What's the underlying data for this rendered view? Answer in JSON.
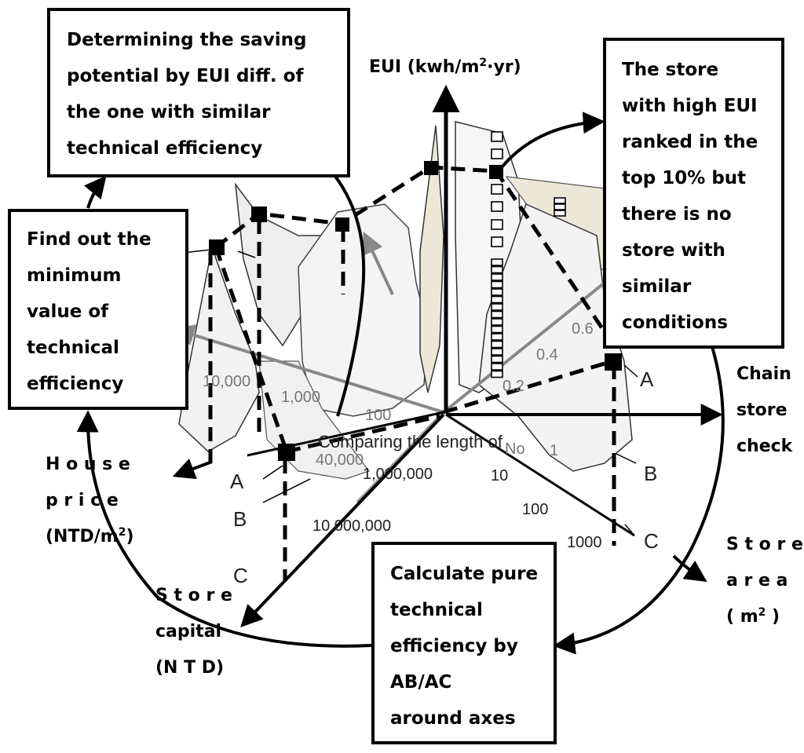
{
  "boxes": {
    "saving": [
      "Determining the saving",
      "potential by EUI diff. of",
      "the one with similar",
      "technical efficiency"
    ],
    "minimum": [
      "Find out the",
      "minimum",
      "value of",
      "technical",
      "efficiency"
    ],
    "high_eui": [
      "The store",
      "with high EUI",
      "ranked in the",
      "top 10% but",
      "there is no",
      "store with",
      "similar",
      "conditions"
    ],
    "calculate": [
      "Calculate pure",
      "technical",
      "efficiency by",
      "AB/AC",
      "around axes"
    ]
  },
  "axes": {
    "eui": {
      "prefix": "EUI (kwh/m",
      "sup": "2",
      "suffix": "·yr)"
    },
    "chain": [
      "Chain",
      "store",
      "check"
    ],
    "house": {
      "line1": "H o u s e",
      "line2": "p r i c e",
      "line3": "(NTD/m",
      "sup": "2",
      "line3_end": ")"
    },
    "capital": [
      "S t o r e",
      "capital",
      "(N T D)"
    ],
    "area": {
      "line1": "S t o r e",
      "line2": "a r e a",
      "line3": "( m",
      "sup": "2",
      "line3_end": " )"
    }
  },
  "ticks": {
    "chain_values": [
      "0.2",
      "0.4",
      "0.6"
    ],
    "house_values": [
      "10,000",
      "1,000",
      "100"
    ],
    "capital_values": [
      "40,000",
      "1,000,000",
      "10,000,000"
    ],
    "area_values": [
      "1",
      "10",
      "100",
      "1000"
    ],
    "no_label": "No"
  },
  "center_text": "Comparing the length of",
  "point_labels": {
    "left": [
      "A",
      "B",
      "C"
    ],
    "right": [
      "A",
      "B",
      "C"
    ]
  }
}
